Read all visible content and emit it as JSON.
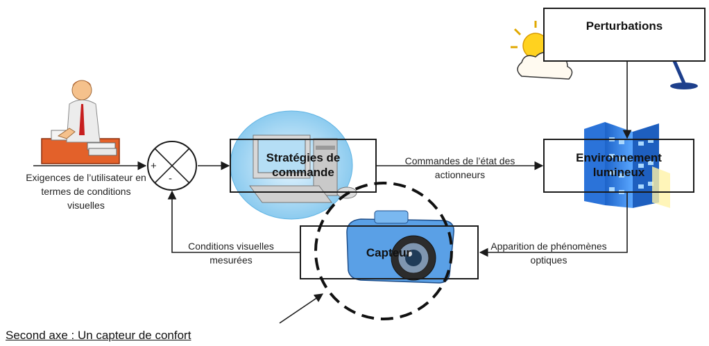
{
  "blocks": {
    "perturbations": "Perturbations",
    "strategies": "Stratégies de commande",
    "environment": "Environnement lumineux",
    "sensor": "Capteur"
  },
  "summing_junction": {
    "plus": "+",
    "minus": "-"
  },
  "signals": {
    "input": "Exigences de l’utilisateur en termes de conditions visuelles",
    "commands": "Commandes de l’état des actionneurs",
    "optical": "Apparition de phénomènes optiques",
    "feedback": "Conditions visuelles mesurées"
  },
  "caption": "Second axe : Un capteur de confort"
}
